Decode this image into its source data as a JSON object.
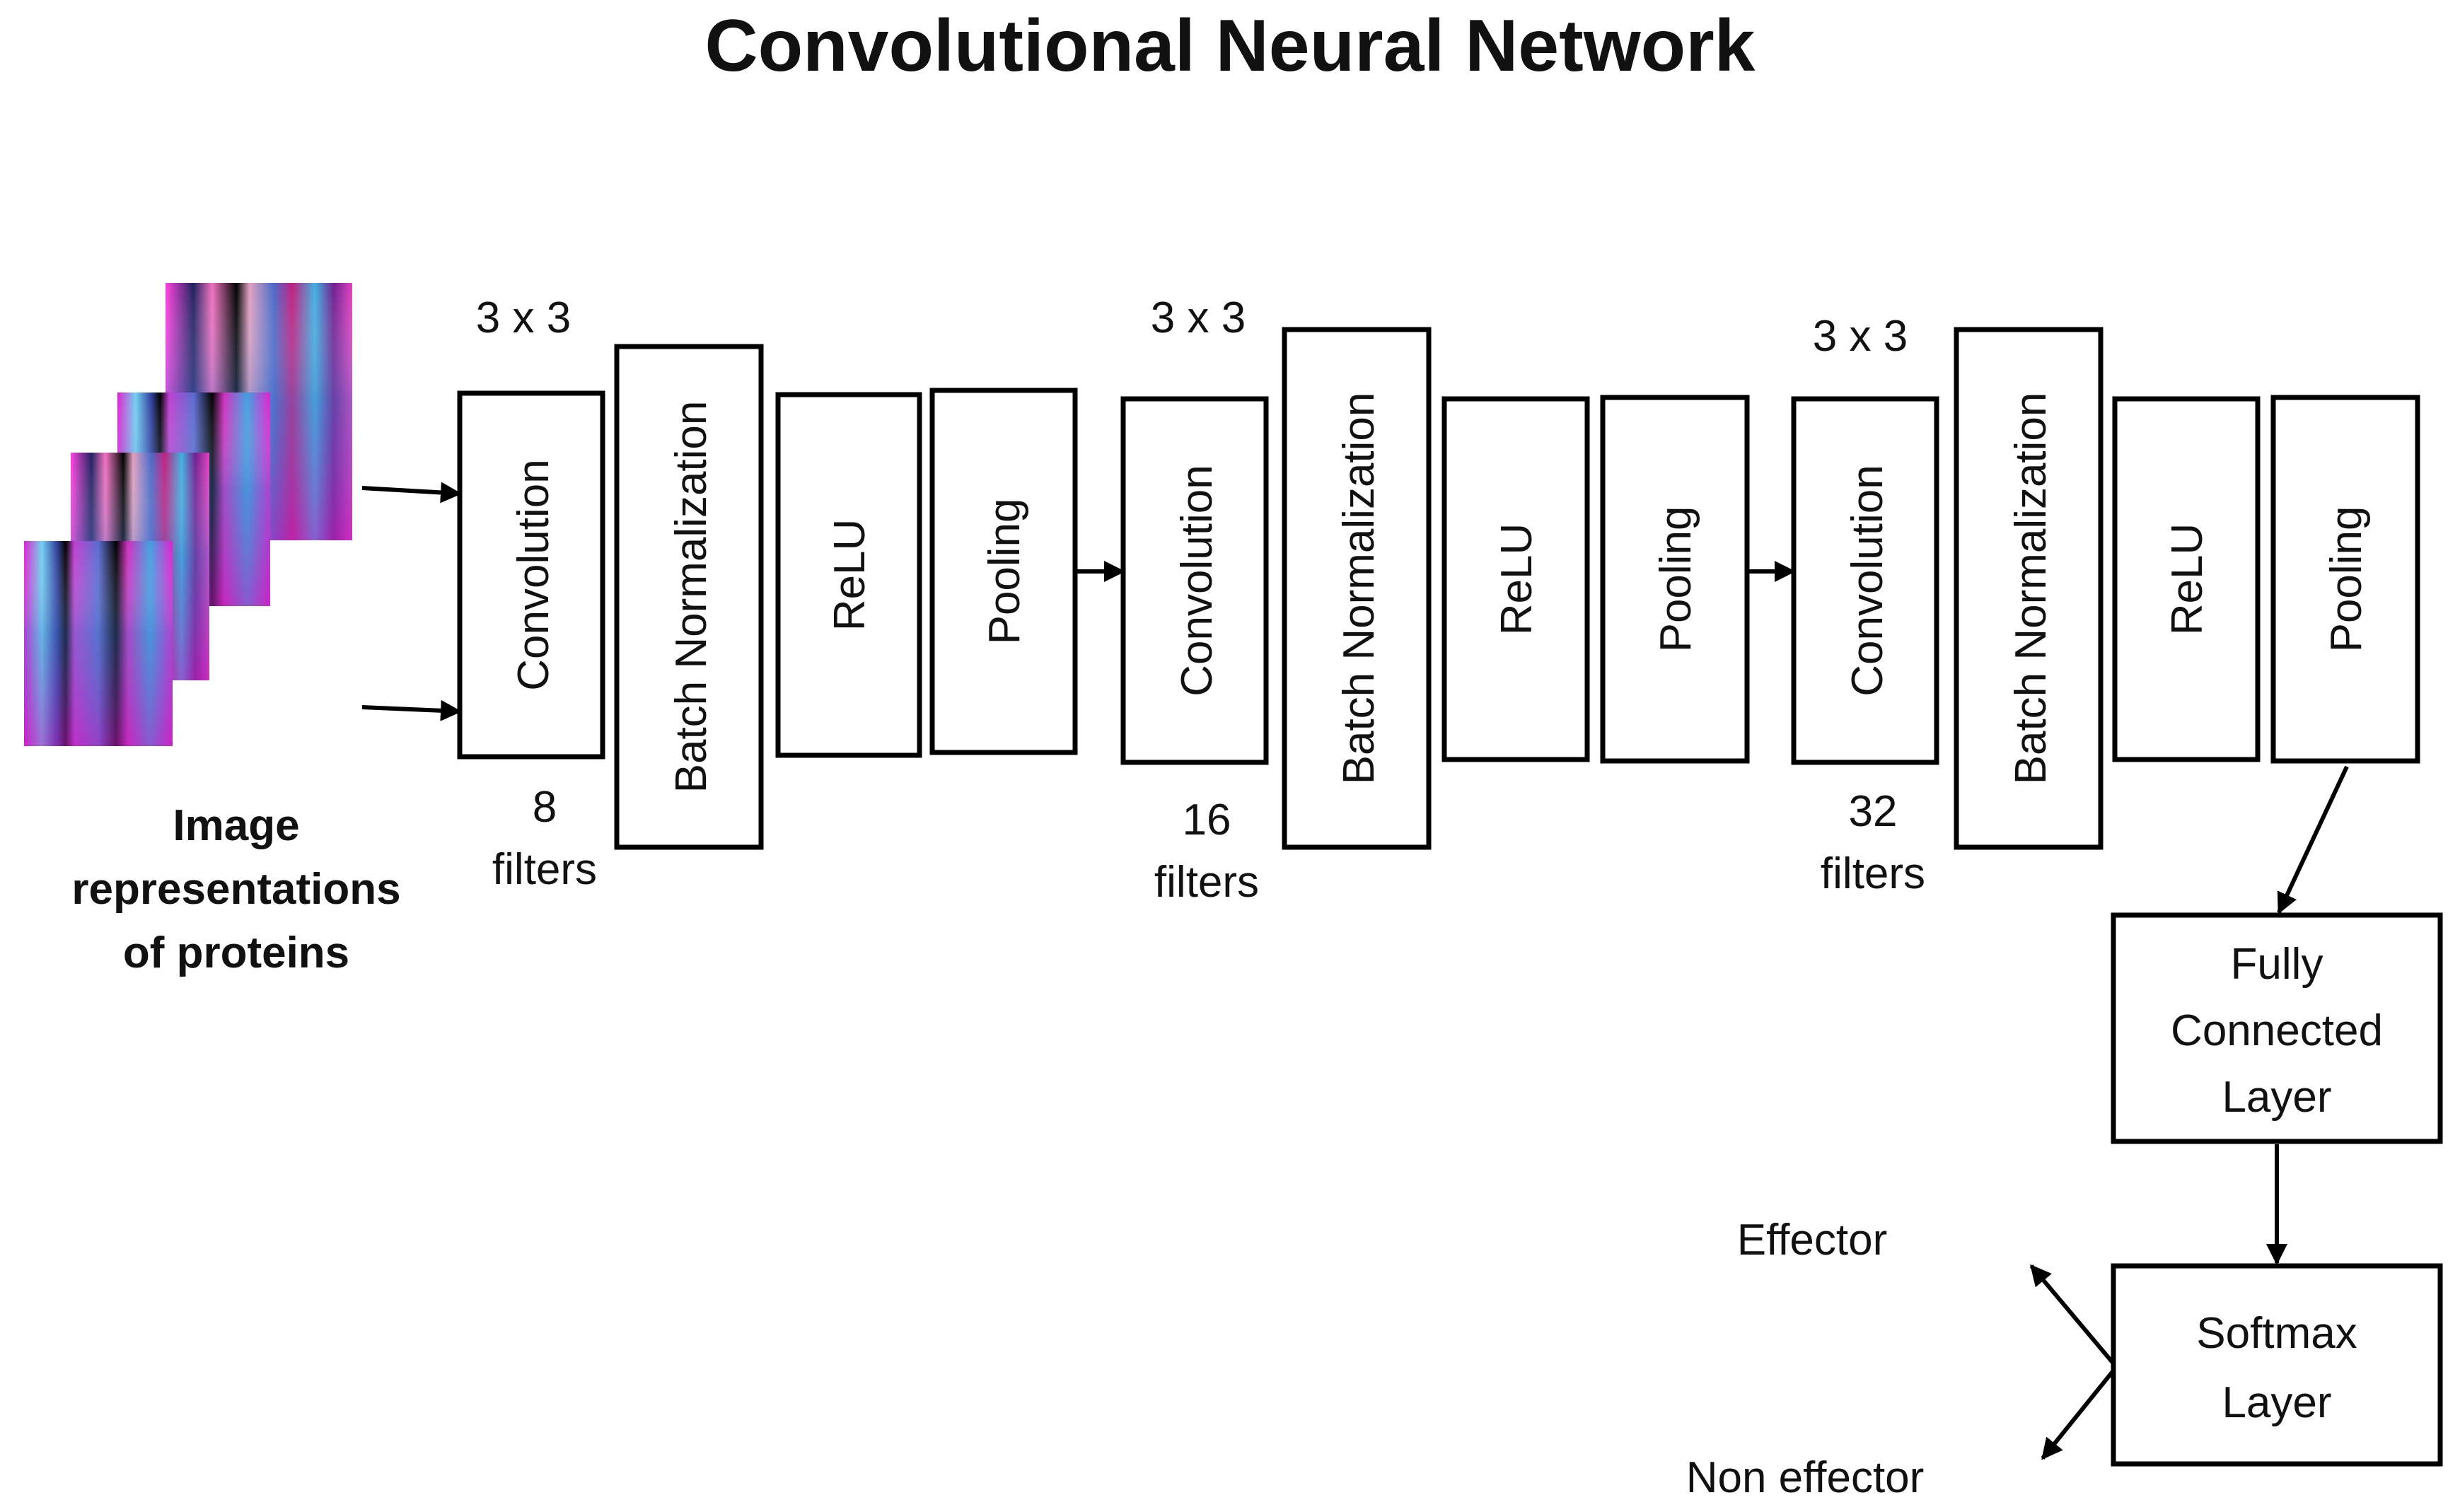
{
  "title": "Convolutional Neural Network",
  "input_caption": [
    "Image",
    "representations",
    "of proteins"
  ],
  "blocks": [
    {
      "kernel": "3 x 3",
      "filters_count": "8",
      "filters_word": "filters",
      "layers": [
        "Convolution",
        "Batch Normalization",
        "ReLU",
        "Pooling"
      ]
    },
    {
      "kernel": "3 x 3",
      "filters_count": "16",
      "filters_word": "filters",
      "layers": [
        "Convolution",
        "Batch Normalization",
        "ReLU",
        "Pooling"
      ]
    },
    {
      "kernel": "3 x 3",
      "filters_count": "32",
      "filters_word": "filters",
      "layers": [
        "Convolution",
        "Batch Normalization",
        "ReLU",
        "Pooling"
      ]
    }
  ],
  "fully_connected": [
    "Fully",
    "Connected",
    "Layer"
  ],
  "softmax": [
    "Softmax",
    "Layer"
  ],
  "outputs": [
    "Effector",
    "Non effector"
  ],
  "colors": {
    "magenta": "#e020d0",
    "cyan": "#60c8e8",
    "blue": "#4060c0",
    "purple": "#5a2a8a",
    "black": "#000000"
  }
}
